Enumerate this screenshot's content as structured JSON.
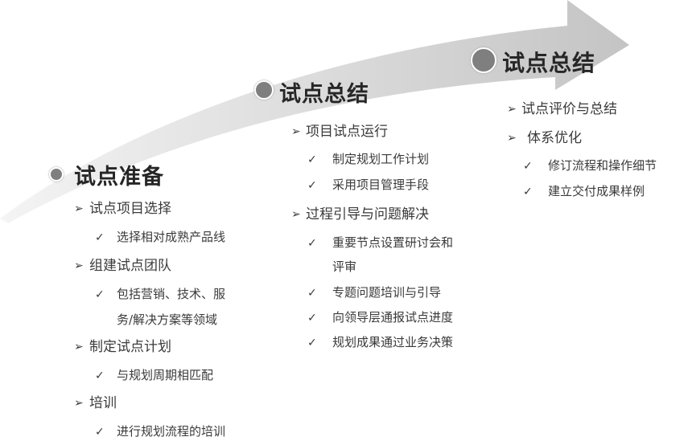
{
  "stages": [
    {
      "title": "试点准备",
      "items": [
        {
          "text": "试点项目选择",
          "sub": [
            "选择相对成熟产品线"
          ]
        },
        {
          "text": "组建试点团队",
          "sub": [
            "包括营销、技术、服",
            "务/解决方案等领域"
          ]
        },
        {
          "text": "制定试点计划",
          "sub": [
            "与规划周期相匹配"
          ]
        },
        {
          "text": "培训",
          "sub": [
            "进行规划流程的培训"
          ]
        }
      ]
    },
    {
      "title": "试点总结",
      "items": [
        {
          "text": "项目试点运行",
          "sub": [
            "制定规划工作计划",
            "采用项目管理手段"
          ]
        },
        {
          "text": "过程引导与问题解决",
          "sub": [
            "重要节点设置研讨会和",
            "评审",
            "专题问题培训与引导",
            "向领导层通报试点进度",
            "规划成果通过业务决策"
          ]
        }
      ]
    },
    {
      "title": "试点总结",
      "items": [
        {
          "text": "试点评价与总结",
          "sub": []
        },
        {
          "text": "体系优化",
          "sub": [
            "修订流程和操作细节",
            "建立交付成果样例"
          ]
        }
      ]
    }
  ],
  "symbols": {
    "arrow_bullet": "➢",
    "check": "✓"
  },
  "colors": {
    "dot": "#7f7f7f",
    "arrow_light": "#f4f4f4",
    "arrow_dark": "#c4c4c4"
  }
}
